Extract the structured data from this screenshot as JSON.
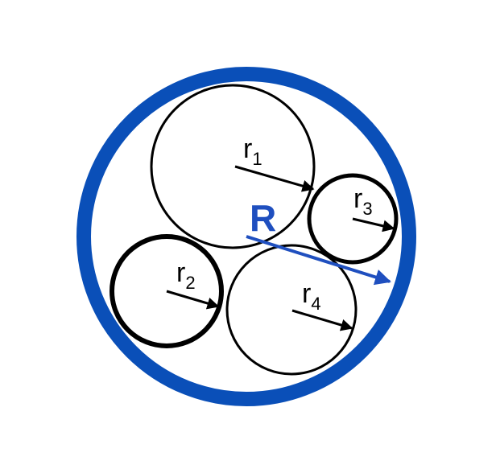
{
  "diagram": {
    "outer_label": "R",
    "circles": [
      {
        "id": "r1",
        "label_main": "r",
        "label_sub": "1"
      },
      {
        "id": "r2",
        "label_main": "r",
        "label_sub": "2"
      },
      {
        "id": "r3",
        "label_main": "r",
        "label_sub": "3"
      },
      {
        "id": "r4",
        "label_main": "r",
        "label_sub": "4"
      }
    ]
  },
  "colors": {
    "outer_circle": "#0a4fb8",
    "radius_R_arrow": "#1f4fbf",
    "inner_circles": "#000000",
    "background": "#ffffff"
  }
}
